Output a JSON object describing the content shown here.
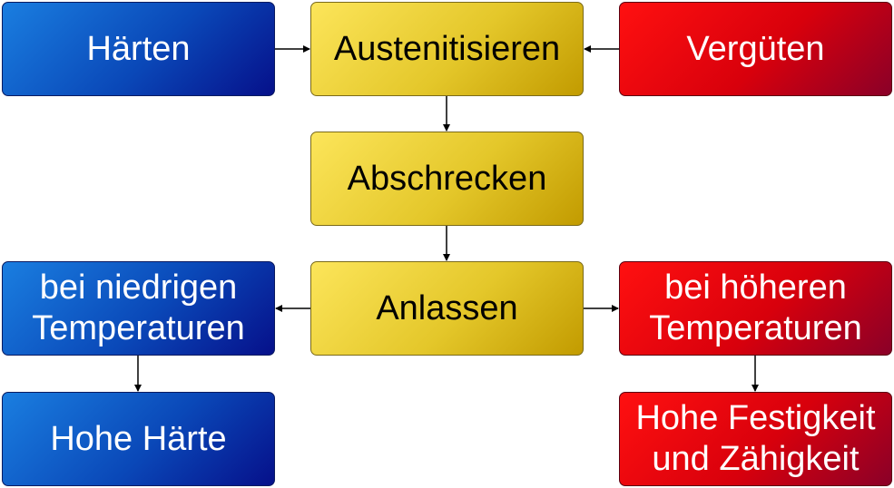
{
  "diagram": {
    "haerten": "Härten",
    "austenitisieren": "Austenitisieren",
    "verguten": "Vergüten",
    "abschrecken": "Abschrecken",
    "anlassen": "Anlassen",
    "niedrig": {
      "line1": "bei niedrigen",
      "line2": "Temperaturen"
    },
    "hoeher": {
      "line1": "bei höheren",
      "line2": "Temperaturen"
    },
    "hohe_haerte": "Hohe Härte",
    "festigkeit": {
      "line1": "Hohe Festigkeit",
      "line2": "und Zähigkeit"
    }
  },
  "colors": {
    "blue": "#0a48b8",
    "yellow": "#e4c72a",
    "red": "#d8000c"
  }
}
